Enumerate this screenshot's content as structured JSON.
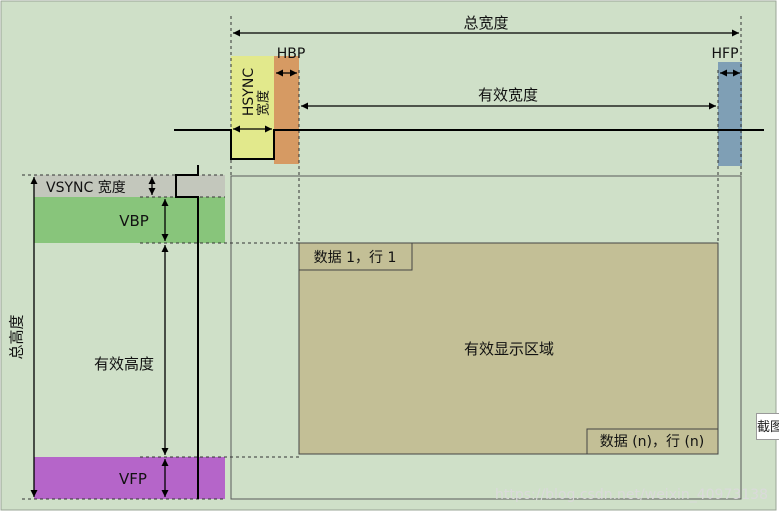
{
  "diagram": {
    "total_width_label": "总宽度",
    "hbp_label": "HBP",
    "hfp_label": "HFP",
    "hsync_width_label": "HSYNC",
    "hsync_width_label_2": "宽度",
    "active_width_label": "有效宽度",
    "vsync_width_label": "VSYNC 宽度",
    "vbp_label": "VBP",
    "active_height_label": "有效高度",
    "vfp_label": "VFP",
    "total_height_label": "总高度",
    "first_pixel_label": "数据 1，行 1",
    "last_pixel_label": "数据 (n)，行 (n)",
    "active_area_label": "有效显示区域"
  },
  "watermark": "https://blog.csdn.net/weixin_40973138",
  "edge_tab_label": "截图",
  "colors": {
    "background": "#cfe0c8",
    "hsync": "#e2e98c",
    "hbp": "#d69a63",
    "hfp": "#7f9fb5",
    "vsync": "#c3c7bc",
    "vbp": "#88c57b",
    "vfp": "#b565c9",
    "active_area": "#c3bf96"
  }
}
